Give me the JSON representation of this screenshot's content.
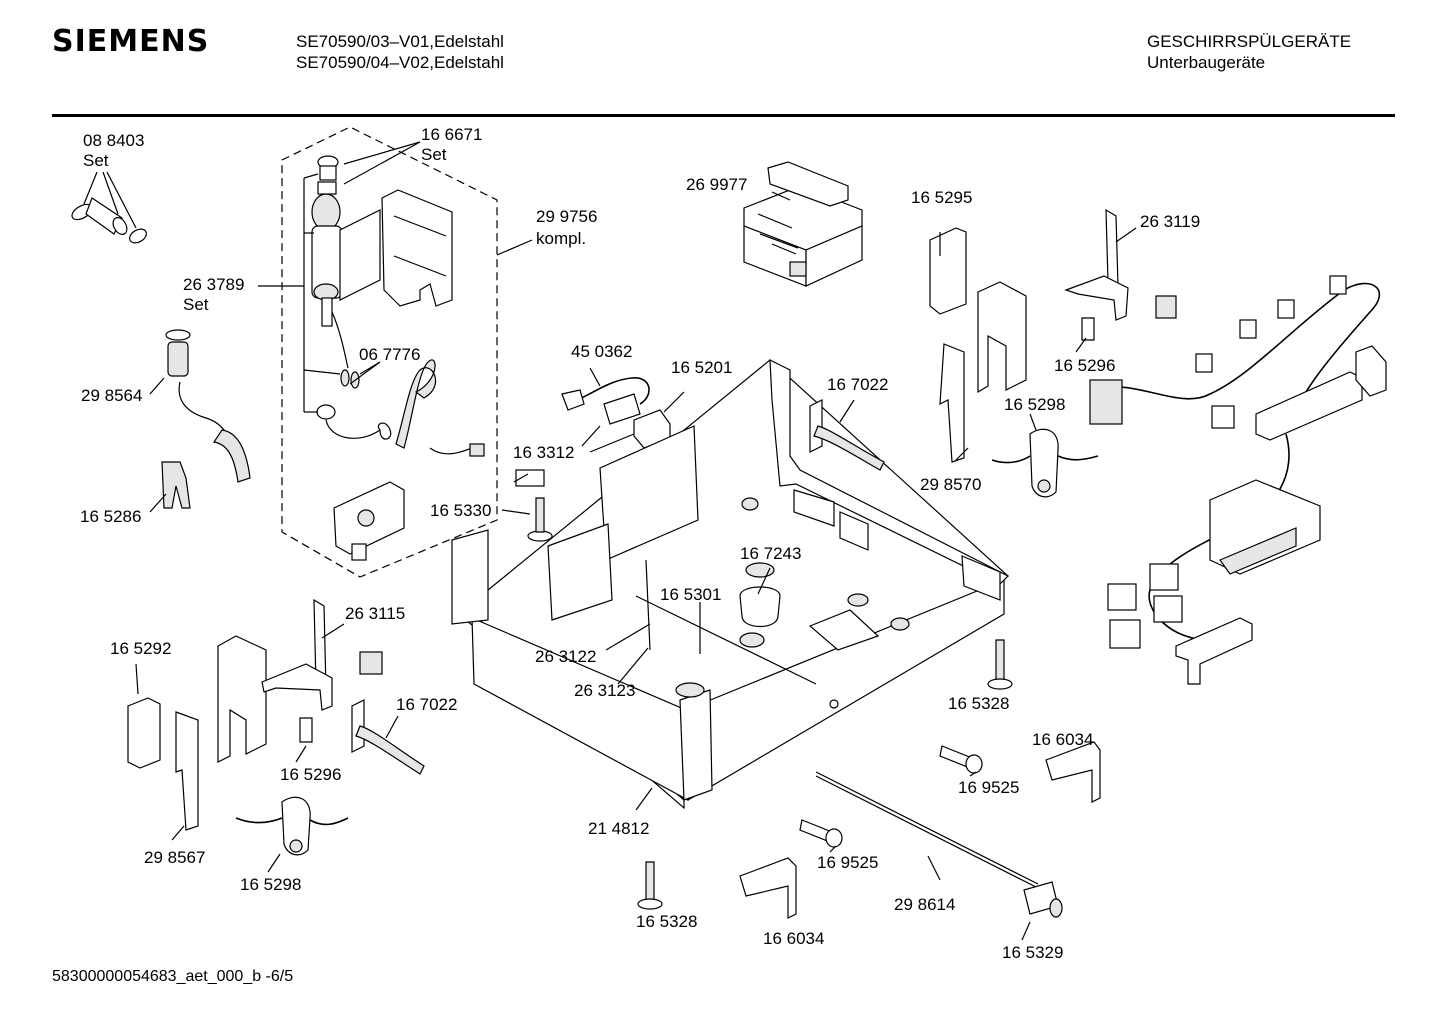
{
  "header": {
    "brand": "SIEMENS",
    "model_line_1": "SE70590/03–V01,Edelstahl",
    "model_line_2": "SE70590/04–V02,Edelstahl",
    "category_line_1": "GESCHIRRSPÜLGERÄTE",
    "category_line_2": "Unterbaugeräte"
  },
  "footer": {
    "document_id": "58300000054683_aet_000_b  -6/5"
  },
  "labels": {
    "l_088403": "08 8403",
    "l_088403_set": "Set",
    "l_166671": "16 6671",
    "l_166671_set": "Set",
    "l_299756": "29 9756",
    "l_299756_kompl": "kompl.",
    "l_263789": "26 3789",
    "l_263789_set": "Set",
    "l_067776": "06 7776",
    "l_298564": "29 8564",
    "l_165286": "16 5286",
    "l_269977": "26 9977",
    "l_165295": "16 5295",
    "l_263119": "26 3119",
    "l_165296_top": "16 5296",
    "l_450362": "45 0362",
    "l_165201": "16 5201",
    "l_167022_top": "16 7022",
    "l_163312": "16 3312",
    "l_165298_top": "16 5298",
    "l_298570": "29 8570",
    "l_165330": "16 5330",
    "l_167243": "16 7243",
    "l_165301": "16 5301",
    "l_263115": "26 3115",
    "l_165292": "16 5292",
    "l_263122": "26 3122",
    "l_263123": "26 3123",
    "l_167022_bottom": "16 7022",
    "l_165296_bottom": "16 5296",
    "l_165328_right": "16 5328",
    "l_166034_right": "16 6034",
    "l_169525_right": "16 9525",
    "l_214812": "21 4812",
    "l_298567": "29 8567",
    "l_165298_bottom": "16 5298",
    "l_169525_bottom": "16 9525",
    "l_298614": "29 8614",
    "l_165328_bottom": "16 5328",
    "l_166034_bottom": "16 6034",
    "l_165329": "16 5329"
  }
}
